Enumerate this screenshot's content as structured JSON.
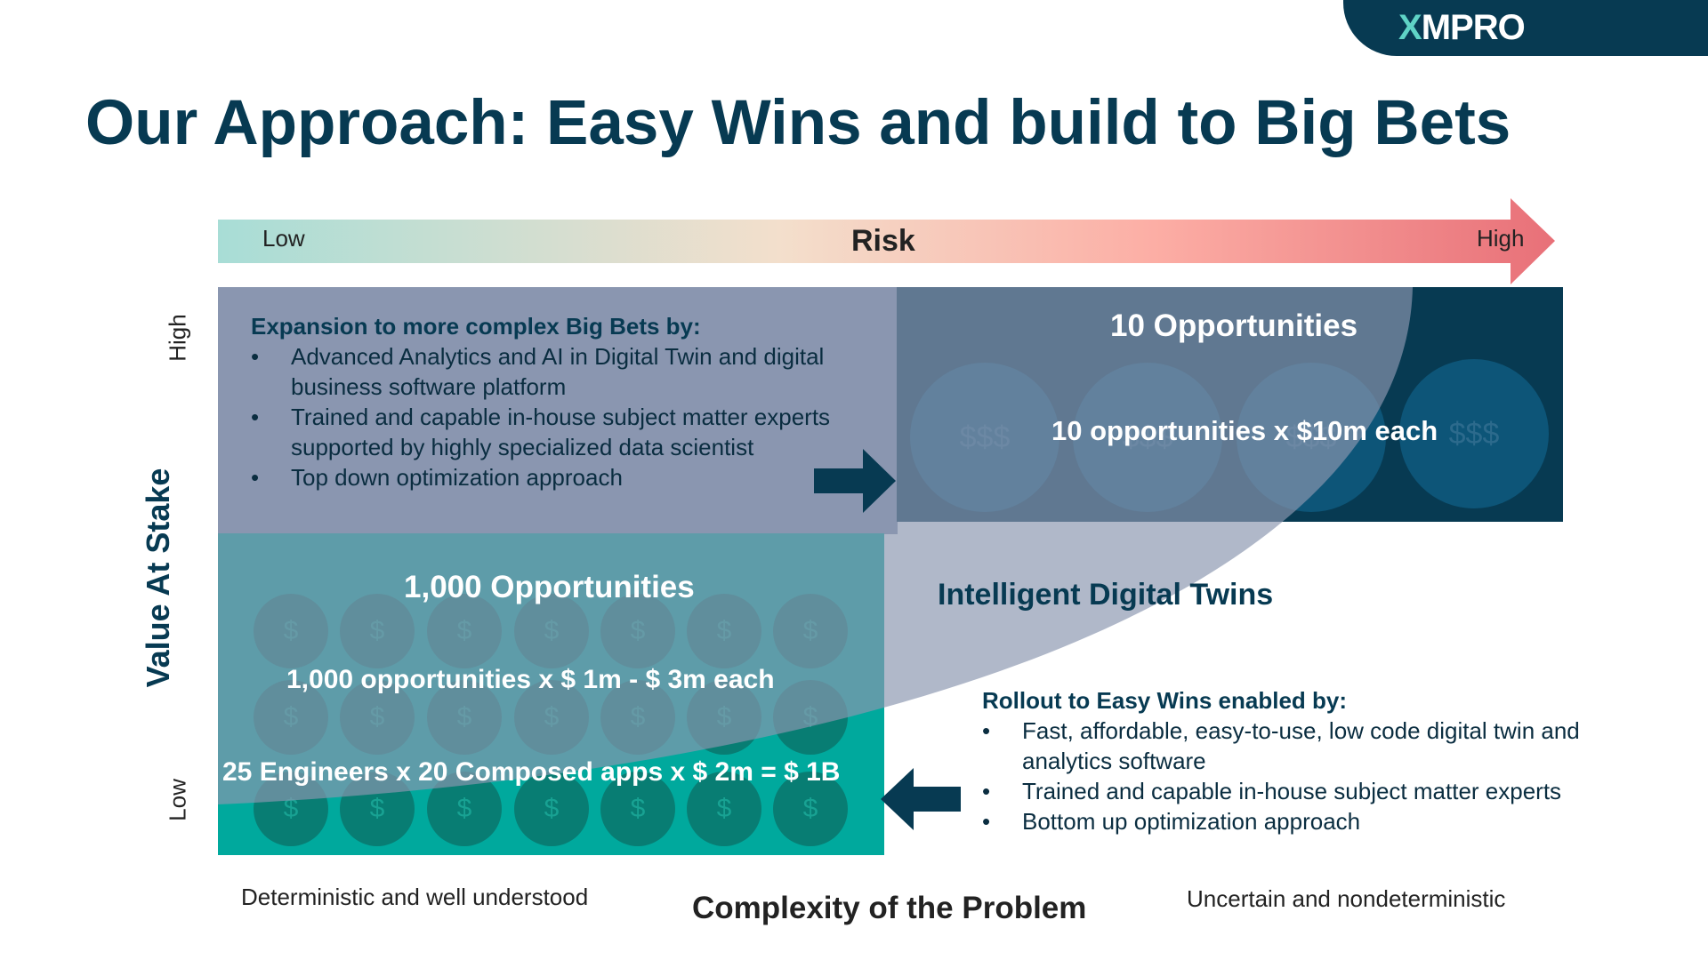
{
  "logo": {
    "x": "X",
    "rest": "MPRO"
  },
  "title": "Our Approach: Easy Wins and build to Big Bets",
  "risk_axis": {
    "low": "Low",
    "label": "Risk",
    "high": "High"
  },
  "value_axis": {
    "label": "Value At Stake",
    "high": "High",
    "low": "Low"
  },
  "complexity_axis": {
    "left": "Deterministic and well understood",
    "label": "Complexity of the Problem",
    "right": "Uncertain and nondeterministic"
  },
  "big_bets": {
    "heading": "Expansion to more complex Big Bets by:",
    "bullets": [
      "Advanced Analytics and AI in Digital Twin and digital business software platform",
      "Trained and capable in-house subject matter experts supported by highly specialized data scientist",
      "Top down optimization approach"
    ]
  },
  "ten_box": {
    "title": "10 Opportunities",
    "subtitle": "10 opportunities x $10m each",
    "coin_symbol": "$$$"
  },
  "thousand_box": {
    "title": "1,000 Opportunities",
    "subtitle": "1,000 opportunities x $ 1m - $ 3m each",
    "formula": "25 Engineers x 20 Composed apps x $ 2m = $ 1B",
    "coin_symbol": "$"
  },
  "curve_label": "Intelligent Digital Twins",
  "easy_wins": {
    "heading": "Rollout to Easy Wins enabled by:",
    "bullets": [
      "Fast, affordable, easy-to-use, low code digital twin and analytics software",
      "Trained and capable in-house subject matter experts",
      "Bottom up optimization approach"
    ]
  },
  "colors": {
    "navy": "#073a52",
    "teal": "#00a99d",
    "slate": "#8a97b0",
    "risk_low": "#a8ddd6",
    "risk_high": "#e87078"
  }
}
